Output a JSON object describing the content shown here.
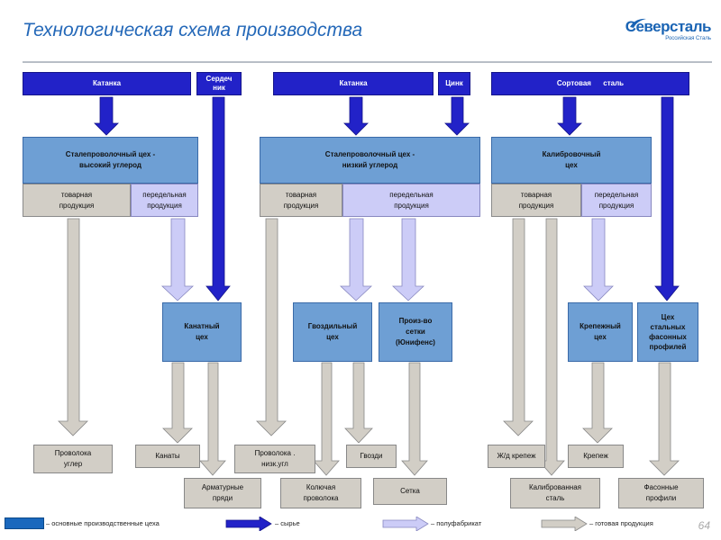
{
  "header": {
    "title": "Технологическая схема производства",
    "logo_name": "Северсталь",
    "logo_sub": "Российская Сталь"
  },
  "raw": {
    "katanka1": "Катанка",
    "serdechnik": "Сердеч ник",
    "katanka2": "Катанка",
    "zinc": "Цинк",
    "sortovaya": "Сортовая      сталь"
  },
  "shops": {
    "wire_high": "Сталепроволочный  цех -\nвысокий углерод",
    "wire_low": "Сталепроволочный  цех -\nнизкий углерод",
    "calibr": "Калибровочный\nцех",
    "rope": "Канатный\nцех",
    "nail": "Гвоздильный\nцех",
    "mesh": "Произ-во\nсетки\n(Юнифенс)",
    "fastener": "Крепежный\nцех",
    "profile": "Цех\nстальных\nфасонных\nпрофилей"
  },
  "subs": {
    "goods": "товарная\nпродукция",
    "semi": "передельная\nпродукция"
  },
  "products": {
    "wire_carbon": "Проволока\nуглер",
    "ropes": "Канаты",
    "rebar_strands": "Арматурные\nпряди",
    "wire_low_carbon": "Проволока  .\nнизк.угл",
    "barbed_wire": "Колючая\nпроволока",
    "nails": "Гвозди",
    "mesh": "Сетка",
    "rail_fastener": "Ж/д крепеж",
    "calibrated_steel": "Калиброванная\nсталь",
    "fastener": "Крепеж",
    "shaped_profiles": "Фасонные\nпрофили"
  },
  "legend": {
    "main_shops": "– основные производственные цеха",
    "raw": "– сырье",
    "semi": "– полуфабрикат",
    "final": "– готовая продукция"
  },
  "page_number": "64",
  "colors": {
    "raw": "#2222c8",
    "shop": "#6e9fd4",
    "semi": "#ccccf7",
    "final": "#d2cec6",
    "title": "#2468b8"
  }
}
